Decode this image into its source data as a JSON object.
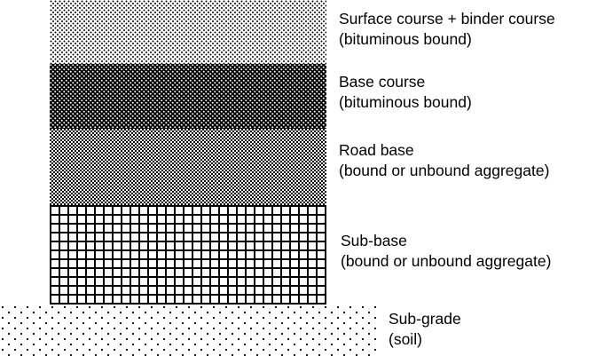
{
  "layers": [
    {
      "id": "surface",
      "name_line1": "Surface course + binder course",
      "name_line2": "(bituminous bound)",
      "pattern": "fine-dots"
    },
    {
      "id": "base",
      "name_line1": "Base course",
      "name_line2": "(bituminous bound)",
      "pattern": "dense-dark-dots"
    },
    {
      "id": "roadbase",
      "name_line1": "Road base",
      "name_line2": "(bound or unbound aggregate)",
      "pattern": "checkerboard"
    },
    {
      "id": "subbase",
      "name_line1": "Sub-base",
      "name_line2": "(bound or unbound aggregate)",
      "pattern": "grid"
    },
    {
      "id": "subgrade",
      "name_line1": "Sub-grade",
      "name_line2": "(soil)",
      "pattern": "sparse-dots"
    }
  ],
  "colors": {
    "ink": "#000000",
    "paper": "#ffffff"
  }
}
